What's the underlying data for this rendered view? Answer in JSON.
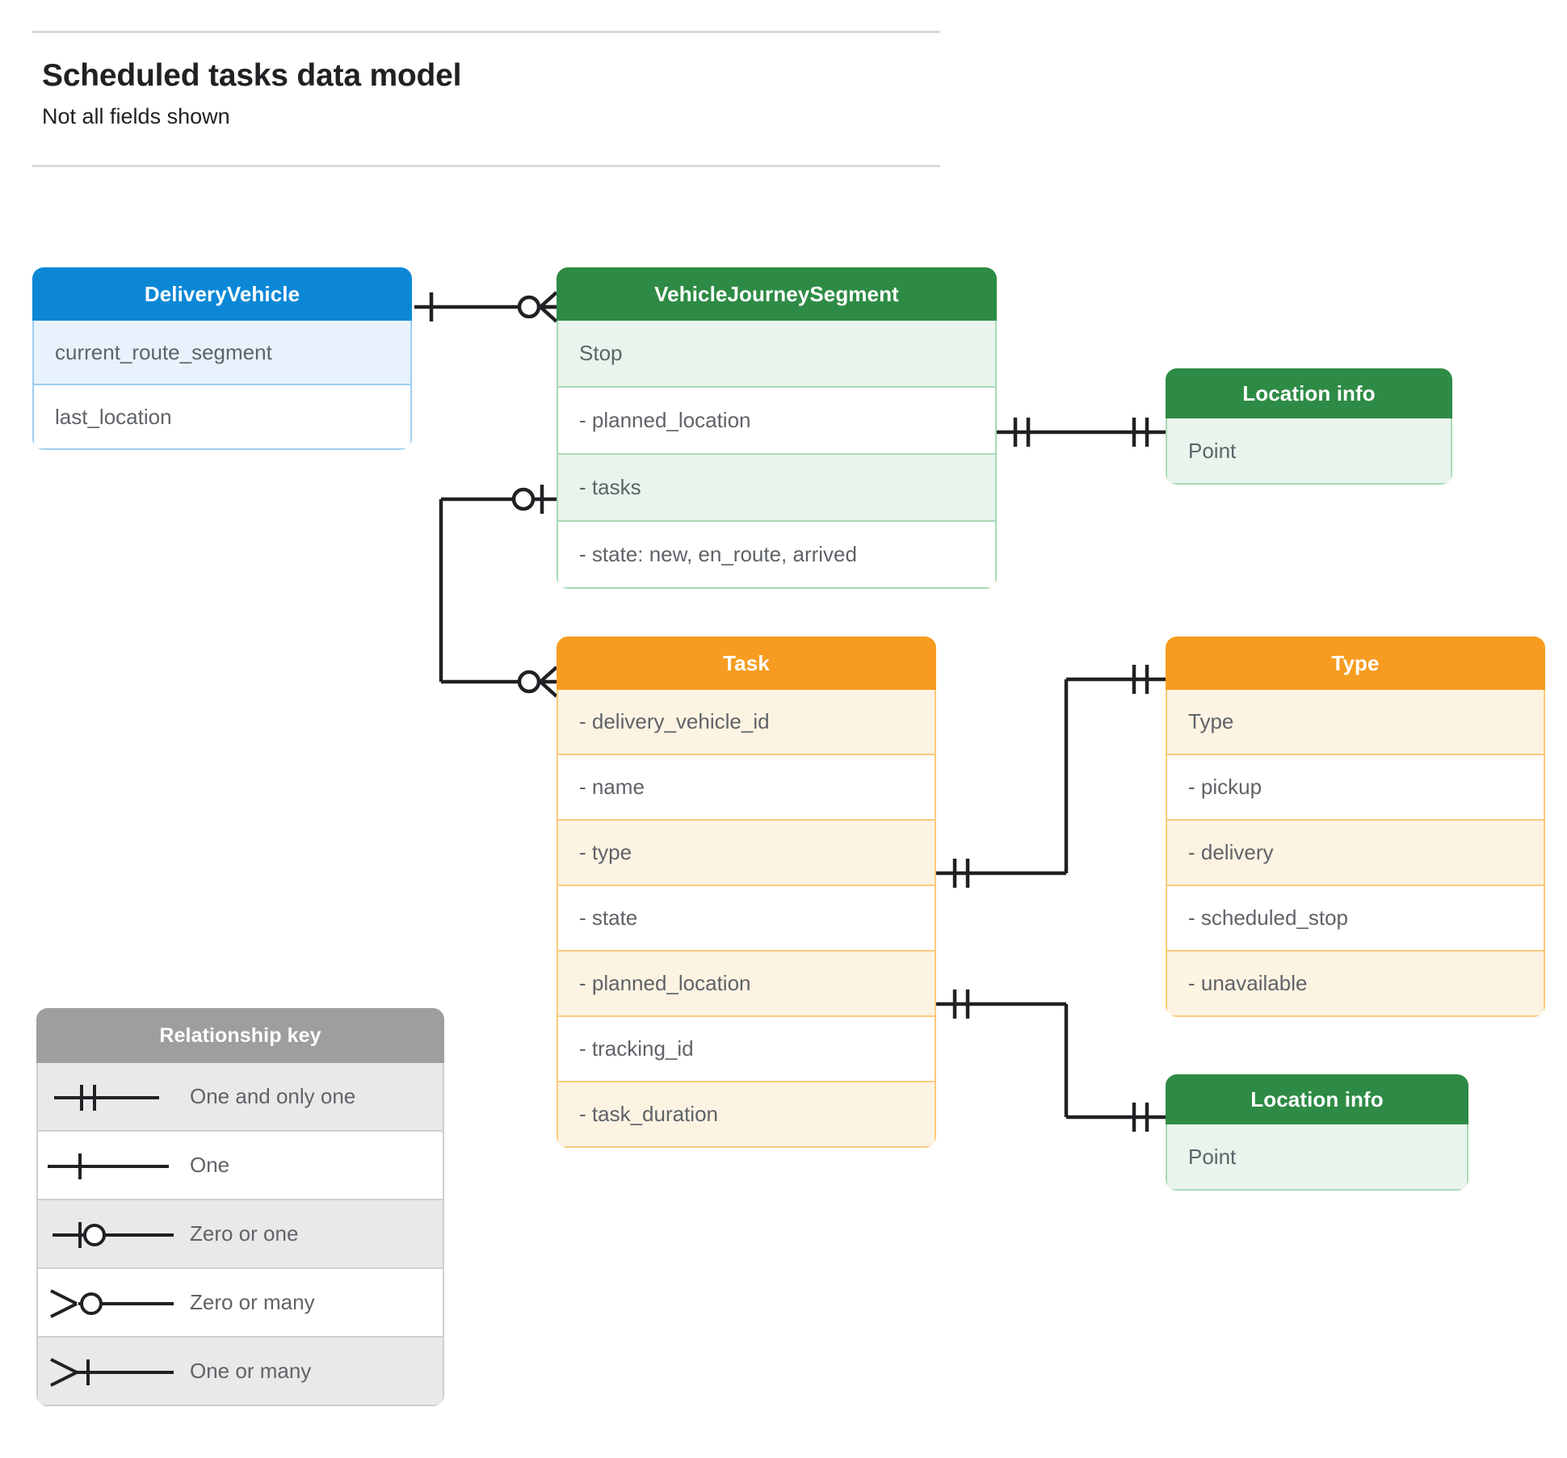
{
  "header": {
    "title": "Scheduled tasks data model",
    "subtitle": "Not all fields shown"
  },
  "entities": {
    "delivery_vehicle": {
      "name": "DeliveryVehicle",
      "color": "#0b87d6",
      "fields": [
        "current_route_segment",
        "last_location"
      ]
    },
    "vehicle_journey_segment": {
      "name": "VehicleJourneySegment",
      "color": "#2e8b45",
      "fields": [
        "Stop",
        "-  planned_location",
        "- tasks",
        "- state: new, en_route, arrived"
      ]
    },
    "location_info_top": {
      "name": "Location info",
      "color": "#2e8b45",
      "fields": [
        "Point"
      ]
    },
    "task": {
      "name": "Task",
      "color": "#f79c20",
      "fields": [
        "- delivery_vehicle_id",
        "- name",
        "- type",
        "- state",
        "- planned_location",
        "- tracking_id",
        "- task_duration"
      ]
    },
    "type": {
      "name": "Type",
      "color": "#f79c20",
      "fields": [
        "Type",
        "-   pickup",
        "-   delivery",
        "-   scheduled_stop",
        "-   unavailable"
      ]
    },
    "location_info_bottom": {
      "name": "Location info",
      "color": "#2e8b45",
      "fields": [
        "Point"
      ]
    }
  },
  "legend": {
    "title": "Relationship key",
    "items": [
      {
        "symbol": "one-and-only-one",
        "label": "One and only one"
      },
      {
        "symbol": "one",
        "label": "One"
      },
      {
        "symbol": "zero-or-one",
        "label": "Zero or one"
      },
      {
        "symbol": "zero-or-many",
        "label": "Zero or many"
      },
      {
        "symbol": "one-or-many",
        "label": "One or many"
      }
    ]
  },
  "relationships": [
    {
      "from": "delivery_vehicle",
      "from_cardinality": "one",
      "to": "vehicle_journey_segment",
      "to_cardinality": "zero-or-many"
    },
    {
      "from": "vehicle_journey_segment",
      "from_cardinality": "one-and-only-one",
      "to": "location_info_top",
      "to_cardinality": "one-and-only-one"
    },
    {
      "from": "vehicle_journey_segment",
      "from_cardinality": "zero-or-one",
      "to": "task",
      "to_cardinality": "zero-or-many"
    },
    {
      "from": "task",
      "from_cardinality": "one-and-only-one",
      "to": "type",
      "to_cardinality": "one-and-only-one"
    },
    {
      "from": "task",
      "from_cardinality": "one-and-only-one",
      "to": "location_info_bottom",
      "to_cardinality": "one-and-only-one"
    }
  ],
  "colors": {
    "blue": "#0b87d6",
    "green": "#2e8b45",
    "orange": "#f79c20",
    "grey": "#9e9e9e",
    "line": "#202124",
    "text": "#5f6368"
  }
}
